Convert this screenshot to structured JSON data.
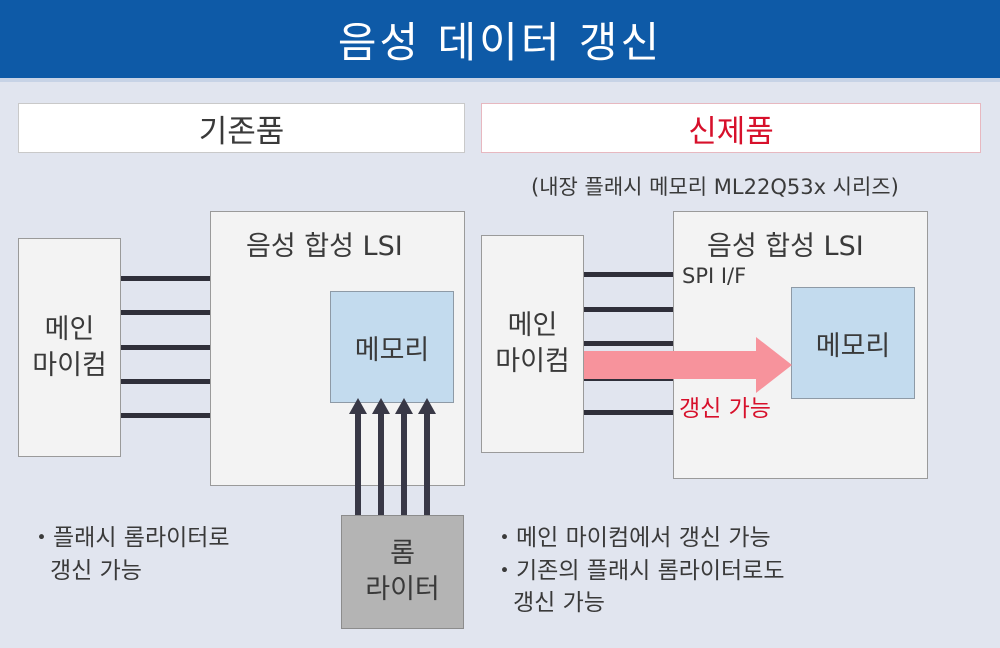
{
  "title": "음성 데이터 갱신",
  "old_product": {
    "label": "기존품",
    "mcu_label_line1": "메인",
    "mcu_label_line2": "마이컴",
    "lsi_title": "음성 합성 LSI",
    "memory_label": "메모리",
    "writer_line1": "롬",
    "writer_line2": "라이터",
    "bullet_line1": "・플래시 롬라이터로",
    "bullet_line2": "갱신 가능"
  },
  "new_product": {
    "label": "신제품",
    "note": "(내장 플래시 메모리 ML22Q53x 시리즈)",
    "mcu_label_line1": "메인",
    "mcu_label_line2": "마이컴",
    "lsi_title": "음성 합성 LSI",
    "interface_label": "SPI I/F",
    "memory_label": "메모리",
    "update_label": "갱신 가능",
    "bullet1": "・메인 마이컴에서 갱신 가능",
    "bullet2_line1": "・기존의 플래시 롬라이터로도",
    "bullet2_line2": "갱신 가능"
  },
  "colors": {
    "header_bg": "#0e5aa7",
    "accent_red": "#d7102b",
    "arrow_pink": "#f7939c",
    "memory_blue": "#c3dbee"
  }
}
